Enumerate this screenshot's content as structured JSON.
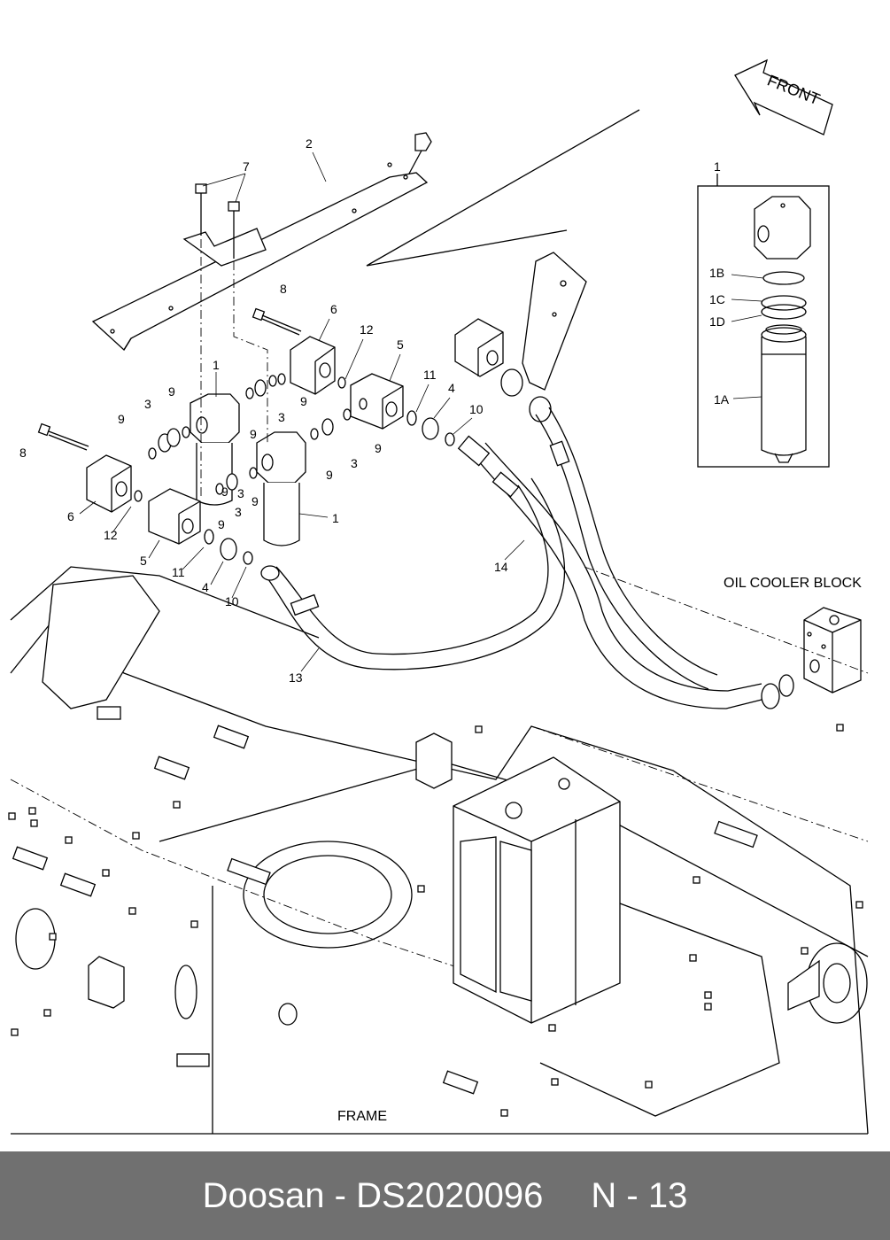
{
  "diagram": {
    "front_label": "FRONT",
    "oil_cooler_label": "OIL COOLER BLOCK",
    "frame_label": "FRAME",
    "callouts": {
      "c1_top": "1",
      "c1b": "1B",
      "c1c": "1C",
      "c1d": "1D",
      "c1a": "1A",
      "c2": "2",
      "c7": "7",
      "c8_top": "8",
      "c6_top": "6",
      "c12_top": "12",
      "c5_top": "5",
      "c1_left": "1",
      "c9_a": "9",
      "c3_a": "3",
      "c9_b": "9",
      "c3_b": "3",
      "c9_c": "9",
      "c11_top": "11",
      "c4_top": "4",
      "c10_top": "10",
      "c9_d": "9",
      "c3_c": "3",
      "c9_e": "9",
      "c8_left": "8",
      "c9_f": "9",
      "c3_d": "3",
      "c9_g": "9",
      "c9_h": "9",
      "c3_e": "3",
      "c9_i": "9",
      "c6_left": "6",
      "c12_left": "12",
      "c5_left": "5",
      "c11_left": "11",
      "c4_left": "4",
      "c10_left": "10",
      "c1_mid": "1",
      "c14": "14",
      "c13": "13"
    }
  },
  "footer": {
    "part_text": "Doosan - DS2020096",
    "page_text": "N - 13"
  }
}
